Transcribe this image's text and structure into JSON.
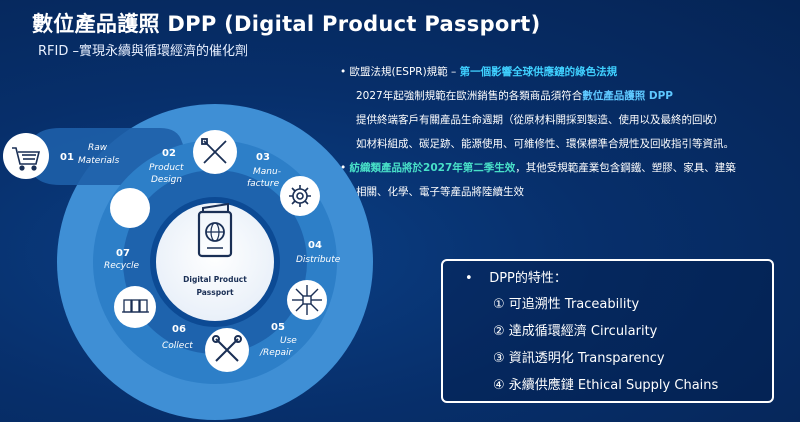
{
  "header": {
    "title": "數位產品護照 DPP (Digital Product Passport)",
    "subtitle": "RFID –實現永續與循環經濟的催化劑"
  },
  "bullets": {
    "b1_prefix": "歐盟法規(ESPR)規範 – ",
    "b1_highlight": "第一個影響全球供應鏈的綠色法規",
    "b1_line2_pre": "2027年起強制規範在歐洲銷售的各類商品須符合",
    "b1_line2_highlight": "數位產品護照 DPP",
    "b1_line3": "提供終端客戶有關產品生命週期（從原材料開採到製造、使用以及最終的回收）",
    "b1_line4": "如材料組成、碳足跡、能源使用、可維修性、環保標準合規性及回收指引等資訊。",
    "b2_highlight": "紡織類產品將於2027年第二季生效",
    "b2_rest": "，其他受規範產業包含鋼鐵、塑膠、家具、建築",
    "b2_line2": "相關、化學、電子等產品將陸續生效"
  },
  "traits": {
    "heading": "DPP的特性：",
    "items": [
      "① 可追溯性 Traceability",
      "② 達成循環經濟 Circularity",
      "③ 資訊透明化 Transparency",
      "④ 永續供應鏈 Ethical Supply Chains"
    ]
  },
  "diagram": {
    "center_line1": "Digital Product",
    "center_line2": "Passport",
    "steps": [
      {
        "num": "01",
        "label1": "Raw",
        "label2": "Materials",
        "icon": "cart-icon"
      },
      {
        "num": "02",
        "label1": "Product",
        "label2": "Design",
        "icon": "pencil-ruler-icon"
      },
      {
        "num": "03",
        "label1": "Manu-",
        "label2": "facture",
        "icon": "gear-icon"
      },
      {
        "num": "04",
        "label1": "Distribute",
        "label2": "",
        "icon": "network-icon"
      },
      {
        "num": "05",
        "label1": "Use",
        "label2": "/Repair",
        "icon": "tools-icon"
      },
      {
        "num": "06",
        "label1": "Collect",
        "label2": "",
        "icon": "boxes-icon"
      },
      {
        "num": "07",
        "label1": "Recycle",
        "label2": "",
        "icon": "recycle-icon"
      }
    ]
  },
  "colors": {
    "background": "#072f6b",
    "highlight": "#3fd0ff",
    "ring": "#2d7fc8",
    "ring_light": "#5aa6e0"
  }
}
